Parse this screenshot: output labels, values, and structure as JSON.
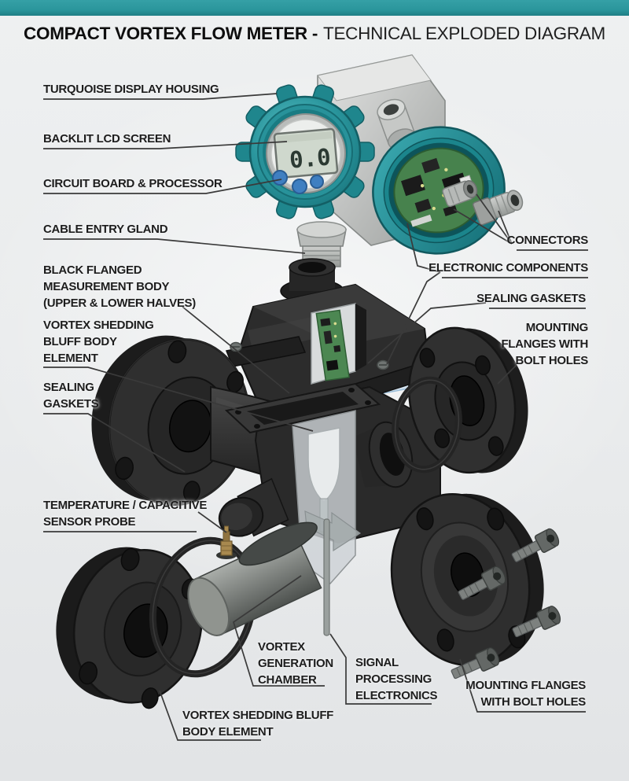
{
  "title": {
    "bold": "COMPACT VORTEX FLOW METER -",
    "regular": "TECHNICAL EXPLODED DIAGRAM"
  },
  "device": {
    "lcd_value": "0.0"
  },
  "colors": {
    "accent_teal_bar": "#2b969c",
    "housing_teal": "#2a969d",
    "body_black": "#2b2b2b",
    "pcb_green": "#4a8050",
    "button_blue": "#3f7fc1",
    "lcd_face": "#cfd8cd",
    "metal_silver": "#c6c8c6",
    "brass_probe": "#a8894f"
  },
  "labels": {
    "turquoise_display_housing": "TURQUOISE DISPLAY HOUSING",
    "backlit_lcd_screen": "BACKLIT LCD SCREEN",
    "circuit_board_processor": "CIRCUIT BOARD & PROCESSOR",
    "cable_entry_gland": "CABLE ENTRY GLAND",
    "black_flanged_body": "BLACK FLANGED\nMEASUREMENT BODY\n(UPPER & LOWER HALVES)",
    "vortex_bluff_left": "VORTEX SHEDDING\nBLUFF BODY\nELEMENT",
    "sealing_gaskets_left": "SEALING\nGASKETS",
    "temp_sensor_probe": "TEMPERATURE / CAPACITIVE\nSENSOR PROBE",
    "connectors": "CONNECTORS",
    "electronic_components": "ELECTRONIC COMPONENTS",
    "sealing_gaskets_right": "SEALING GASKETS",
    "mounting_flanges_top": "MOUNTING\nFLANGES WITH\nBOLT HOLES",
    "mounting_flanges_bottom": "MOUNTING FLANGES\nWITH BOLT HOLES",
    "vortex_generation_chamber": "VORTEX\nGENERATION\nCHAMBER",
    "signal_processing": "SIGNAL\nPROCESSING\nELECTRONICS",
    "vortex_bluff_bottom": "VORTEX SHEDDING BLUFF\nBODY ELEMENT"
  }
}
